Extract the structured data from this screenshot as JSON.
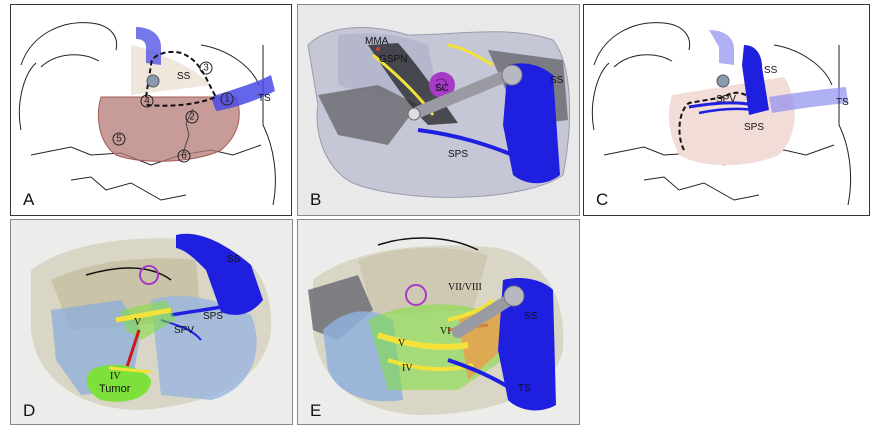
{
  "panels": {
    "A": {
      "letter": "A",
      "labels": {
        "ss": "SS",
        "ts": "TS"
      },
      "points": [
        "1",
        "2",
        "3",
        "4",
        "5",
        "6"
      ]
    },
    "B": {
      "letter": "B",
      "labels": {
        "mma": "MMA",
        "gspn": "GSPN",
        "sc": "SC",
        "ss": "SS",
        "sps": "SPS"
      }
    },
    "C": {
      "letter": "C",
      "labels": {
        "ss": "SS",
        "spv": "SPV",
        "sps": "SPS",
        "ts": "TS"
      }
    },
    "D": {
      "letter": "D",
      "labels": {
        "ss": "SS",
        "sps": "SPS",
        "spv": "SPV",
        "v": "V",
        "iv": "IV",
        "tumor": "Tumor"
      }
    },
    "E": {
      "letter": "E",
      "labels": {
        "vii_viii": "VII/VIII",
        "ss": "SS",
        "vi": "VI",
        "v": "V",
        "iv": "IV",
        "ts": "TS"
      }
    }
  },
  "colors": {
    "sinus_blue": "#1f1fe0",
    "sinus_light": "#8f8ff0",
    "tumor_green": "#7ee03a",
    "dura_red": "#b47a76",
    "nerve_yellow": "#f2e23a",
    "sc_purple": "#a83ac8"
  }
}
